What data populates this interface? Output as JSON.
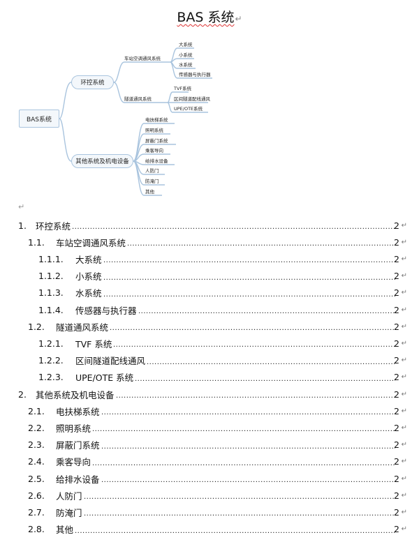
{
  "document": {
    "title": "BAS 系统",
    "paragraph_mark": "↵"
  },
  "mindmap": {
    "root": "BAS系统",
    "branches": [
      {
        "label": "环控系统",
        "groups": [
          {
            "label": "车站空调通风系统",
            "items": [
              "大系统",
              "小系统",
              "水系统",
              "传感器与执行器"
            ]
          },
          {
            "label": "隧道通风系统",
            "items": [
              "TVF系统",
              "区间隧道配线通风",
              "UPE/OTE系统"
            ]
          }
        ]
      },
      {
        "label": "其他系统及机电设备",
        "items": [
          "电扶梯系统",
          "照明系统",
          "屏蔽门系统",
          "乘客导向",
          "给排水设备",
          "人防门",
          "防淹门",
          "其他"
        ]
      }
    ]
  },
  "toc": {
    "entries": [
      {
        "num": "1.",
        "text": "环控系统",
        "page": "2"
      },
      {
        "num": "1.1.",
        "text": "车站空调通风系统",
        "page": "2"
      },
      {
        "num": "1.1.1.",
        "text": "大系统",
        "page": "2"
      },
      {
        "num": "1.1.2.",
        "text": "小系统",
        "page": "2"
      },
      {
        "num": "1.1.3.",
        "text": "水系统",
        "page": "2"
      },
      {
        "num": "1.1.4.",
        "text": "传感器与执行器",
        "page": "2"
      },
      {
        "num": "1.2.",
        "text": "隧道通风系统",
        "page": "2"
      },
      {
        "num": "1.2.1.",
        "text": "TVF 系统",
        "page": "2"
      },
      {
        "num": "1.2.2.",
        "text": "区间隧道配线通风",
        "page": "2"
      },
      {
        "num": "1.2.3.",
        "text": "UPE/OTE 系统",
        "page": "2"
      },
      {
        "num": "2.",
        "text": "其他系统及机电设备",
        "page": "2"
      },
      {
        "num": "2.1.",
        "text": "电扶梯系统",
        "page": "2"
      },
      {
        "num": "2.2.",
        "text": "照明系统",
        "page": "2"
      },
      {
        "num": "2.3.",
        "text": "屏蔽门系统",
        "page": "2"
      },
      {
        "num": "2.4.",
        "text": "乘客导向",
        "page": "2"
      },
      {
        "num": "2.5.",
        "text": "给排水设备",
        "page": "2"
      },
      {
        "num": "2.6.",
        "text": "人防门",
        "page": "2"
      },
      {
        "num": "2.7.",
        "text": "防淹门",
        "page": "2"
      },
      {
        "num": "2.8.",
        "text": "其他",
        "page": "2"
      }
    ]
  },
  "colors": {
    "connector": "#a9c4de",
    "node_fill": "#f3f7fb",
    "spellcheck": "#d33"
  }
}
